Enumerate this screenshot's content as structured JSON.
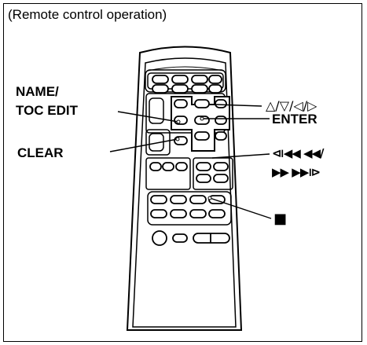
{
  "caption": "(Remote control operation)",
  "callouts": {
    "name_toc_edit_line1": "NAME/",
    "name_toc_edit_line2": "TOC EDIT",
    "clear": "CLEAR",
    "arrows": "△/▽/◁/▷",
    "enter": "ENTER",
    "skip_search_line1": "⧏◀◀ ◀◀/",
    "skip_search_line2": "▶▶ ▶▶⧐",
    "stop": "■"
  },
  "colors": {
    "ink": "#000000",
    "background": "#ffffff",
    "highlight": "#ffffff"
  }
}
